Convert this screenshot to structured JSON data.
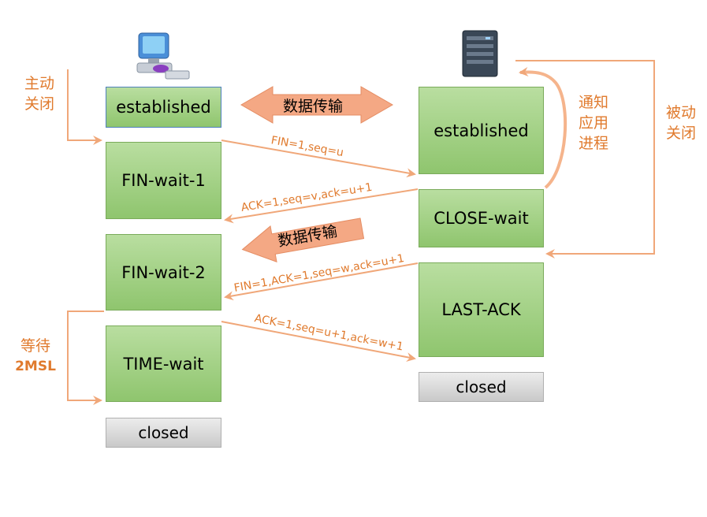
{
  "left_states": {
    "established": "established",
    "fin_wait_1": "FIN-wait-1",
    "fin_wait_2": "FIN-wait-2",
    "time_wait": "TIME-wait",
    "closed": "closed"
  },
  "right_states": {
    "established": "established",
    "close_wait": "CLOSE-wait",
    "last_ack": "LAST-ACK",
    "closed": "closed"
  },
  "labels": {
    "active_close_1": "主动",
    "active_close_2": "关闭",
    "passive_close_1": "被动",
    "passive_close_2": "关闭",
    "notify_1": "通知",
    "notify_2": "应用",
    "notify_3": "进程",
    "wait_1": "等待",
    "wait_2": "2MSL",
    "data_transfer_1": "数据传输",
    "data_transfer_2": "数据传输"
  },
  "messages": {
    "fin1": "FIN=1,seq=u",
    "ack1": "ACK=1,seq=v,ack=u+1",
    "fin2": "FIN=1,ACK=1,seq=w,ack=u+1",
    "ack2": "ACK=1,seq=u+1,ack=w+1"
  },
  "icons": {
    "client": "computer-icon",
    "server": "server-icon"
  },
  "colors": {
    "accent": "#f4a46f",
    "text_accent": "#e07a2d",
    "state_fill": "#a6d28a",
    "closed_fill": "#d9d9d9",
    "arrow_line": "#f0a779"
  }
}
